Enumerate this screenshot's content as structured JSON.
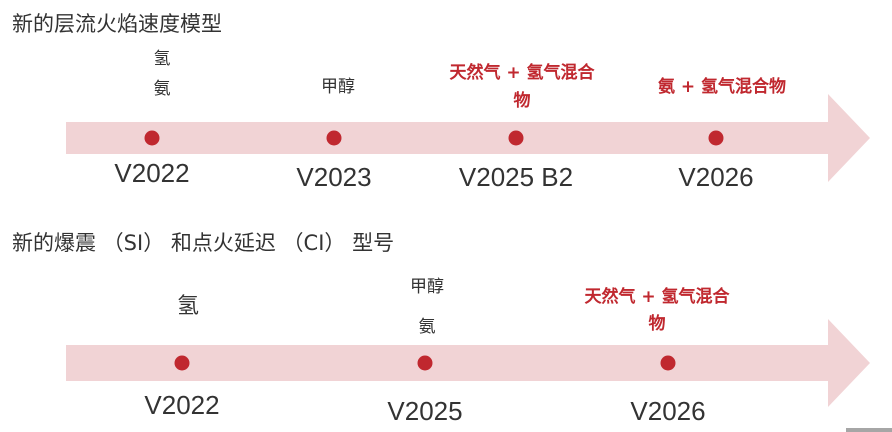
{
  "timelines": [
    {
      "title": "新的层流火焰速度模型",
      "colors": {
        "band": "#f1d3d5",
        "dot": "#c0282f",
        "highlight": "#c0282f"
      },
      "milestones": [
        {
          "version": "V2022",
          "lines": [
            "氢",
            "氨"
          ],
          "highlight": false
        },
        {
          "version": "V2023",
          "lines": [
            "甲醇"
          ],
          "highlight": false
        },
        {
          "version": "V2025 B2",
          "lines": [
            "天然气 + 氢气混合",
            "物"
          ],
          "highlight": true
        },
        {
          "version": "V2026",
          "lines": [
            "氨 + 氢气混合物"
          ],
          "highlight": true
        }
      ]
    },
    {
      "title": "新的爆震 （SI） 和点火延迟 （CI） 型号",
      "colors": {
        "band": "#f1d3d5",
        "dot": "#c0282f",
        "highlight": "#c0282f"
      },
      "milestones": [
        {
          "version": "V2022",
          "lines": [
            "氢"
          ],
          "highlight": false
        },
        {
          "version": "V2025",
          "lines": [
            "甲醇",
            "氨"
          ],
          "highlight": false
        },
        {
          "version": "V2026",
          "lines": [
            "天然气 + 氢气混合",
            "物"
          ],
          "highlight": true
        }
      ]
    }
  ]
}
